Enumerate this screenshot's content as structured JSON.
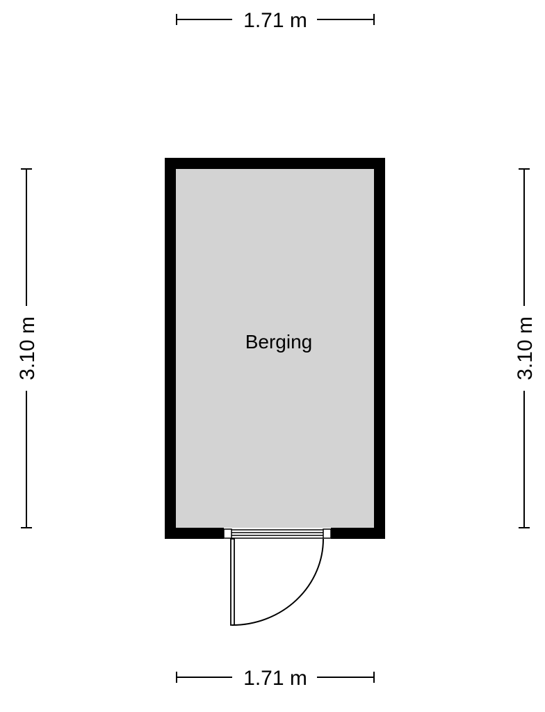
{
  "room": {
    "name": "Berging"
  },
  "dimensions": {
    "top_width": "1.71 m",
    "bottom_width": "1.71 m",
    "left_height": "3.10 m",
    "right_height": "3.10 m"
  },
  "colors": {
    "wall": "#000000",
    "floor": "#d3d3d3",
    "background": "#ffffff",
    "line": "#000000"
  }
}
